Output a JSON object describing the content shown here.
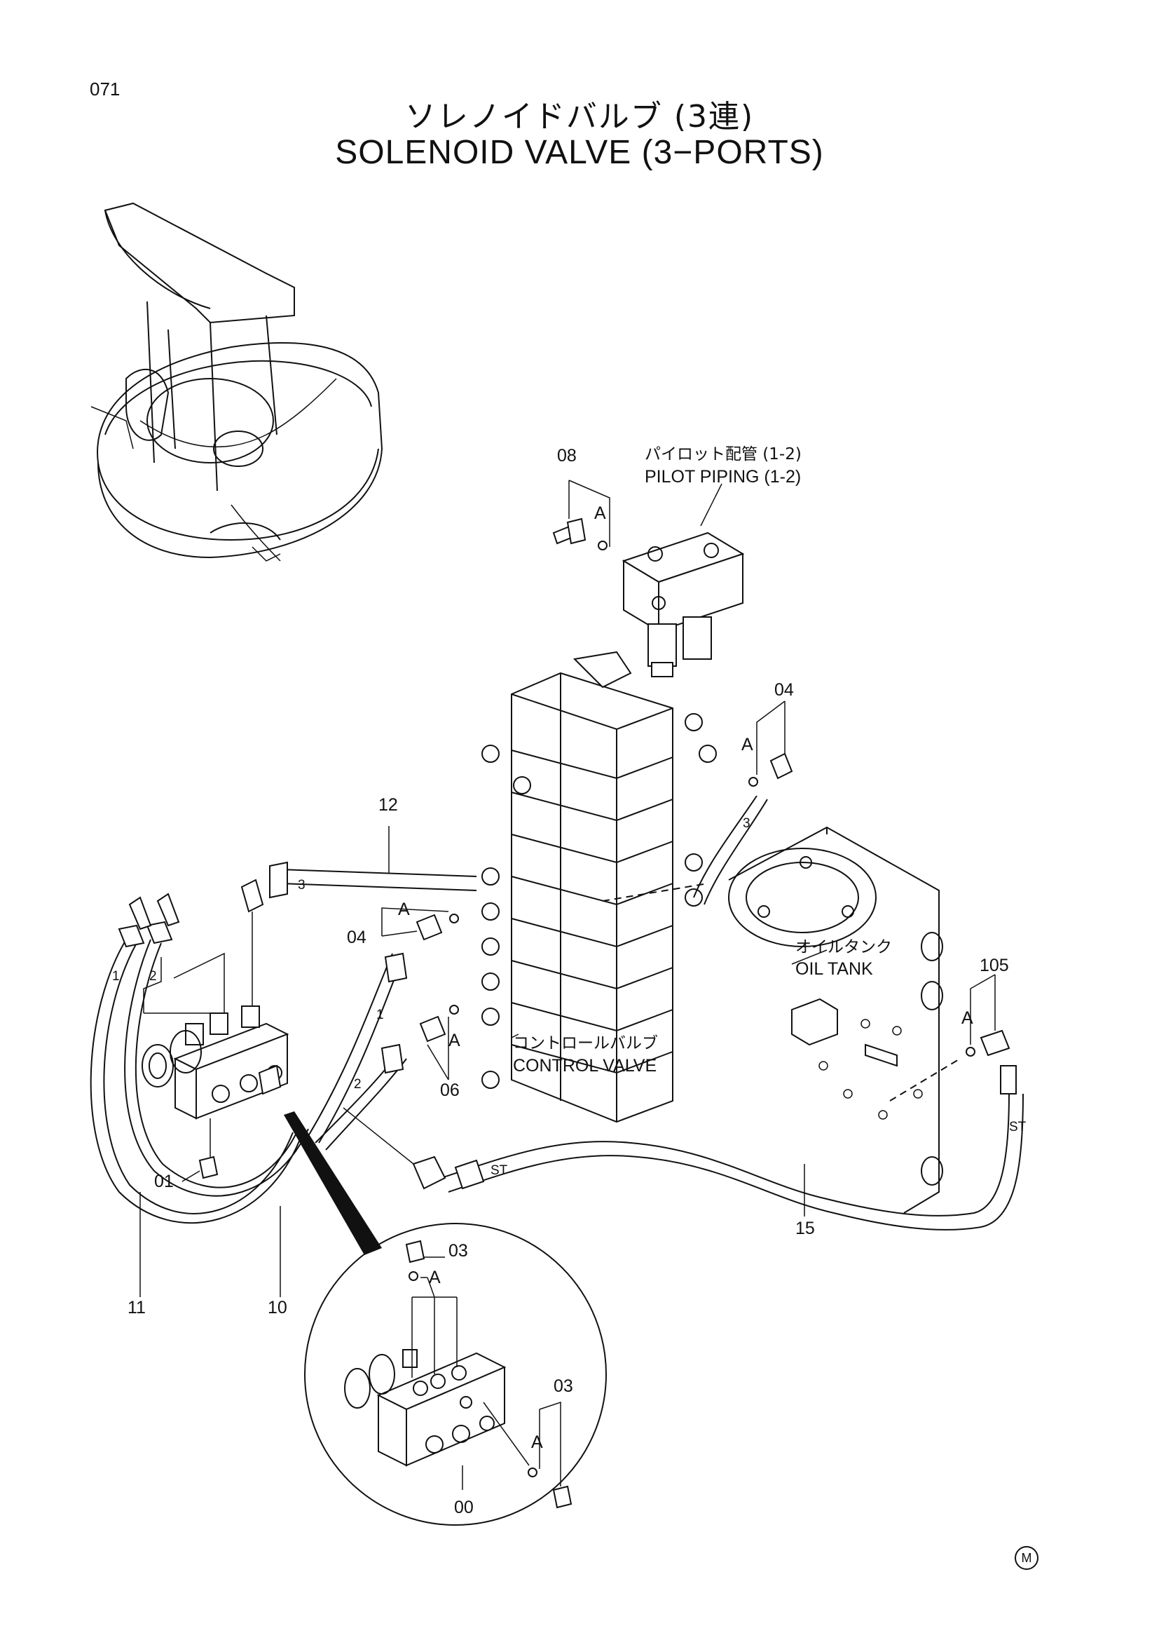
{
  "page_number": "071",
  "title_jp": "ソレノイドバルブ (3連)",
  "title_en": "SOLENOID  VALVE  (3−PORTS)",
  "callouts": {
    "pilot_piping_jp": "パイロット配管 (1-2)",
    "pilot_piping_en": "PILOT  PIPING  (1-2)",
    "oil_tank_jp": "オイルタンク",
    "oil_tank_en": "OIL  TANK",
    "control_valve_jp": "コントロールバルブ",
    "control_valve_en": "CONTROL  VALVE"
  },
  "part_numbers": {
    "p08": "08",
    "p04_top": "04",
    "p04_left": "04",
    "p12": "12",
    "p06": "06",
    "p105": "105",
    "p01": "01",
    "p11": "11",
    "p10": "10",
    "p15": "15",
    "p03_top": "03",
    "p03_right": "03",
    "p00": "00"
  },
  "markers": {
    "a": "A",
    "st": "ST",
    "hose_1": "1",
    "hose_2": "2",
    "hose_3": "3"
  },
  "manufacturer_mark": "M"
}
